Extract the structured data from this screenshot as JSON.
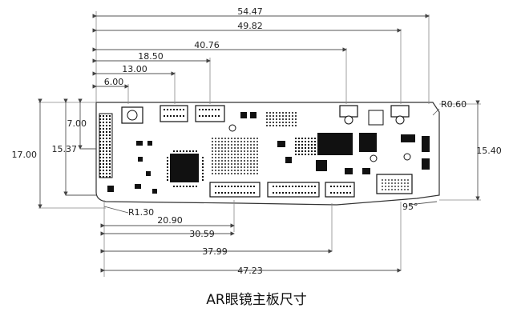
{
  "title": "AR眼镜主板尺寸",
  "dimensions": {
    "top": [
      "54.47",
      "49.82",
      "40.76",
      "18.50",
      "13.00",
      "6.00"
    ],
    "bottom": [
      "R1.30",
      "20.90",
      "30.59",
      "37.99",
      "47.23"
    ],
    "left": [
      "17.00",
      "15.37",
      "7.00"
    ],
    "right": [
      "15.40"
    ],
    "corner_radius": "R0.60",
    "angle": "95°"
  },
  "colors": {
    "line": "#3a3a3a",
    "dimension_line": "#555555",
    "component": "#111111",
    "board": "#ffffff"
  }
}
